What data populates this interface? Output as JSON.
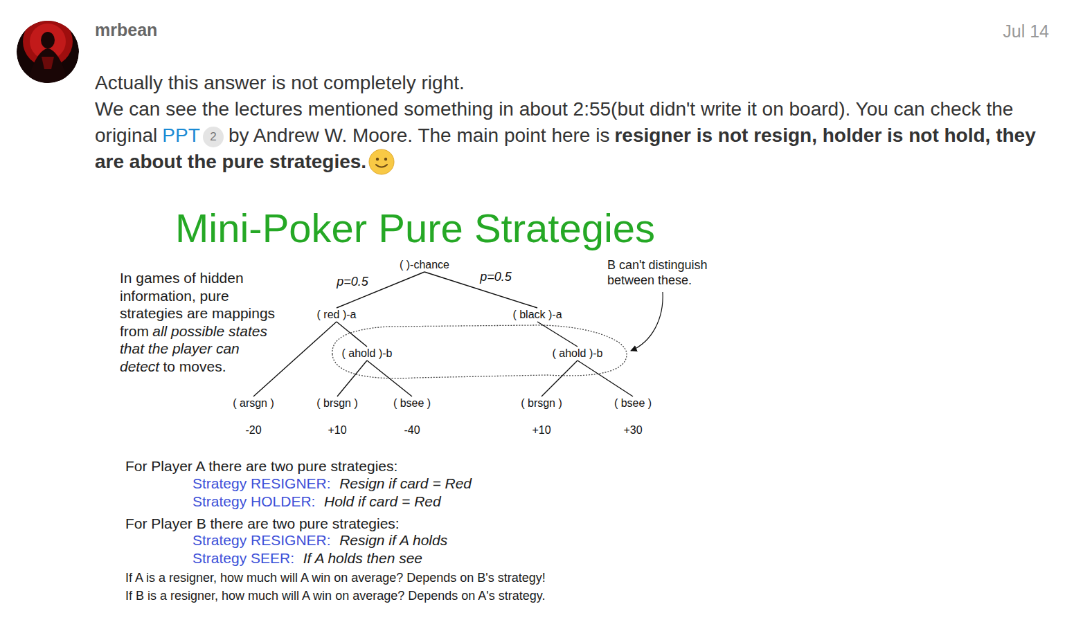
{
  "diagram": {
    "title": "Mini-Poker Pure Strategies",
    "nodes": [
      {
        "text": [
          "2"
        ]
      },
      {
        "text": [
          "( )-chance"
        ]
      },
      {
        "text": [
          "( red )-a"
        ]
      },
      {
        "text": [
          "( black )-a"
        ]
      },
      {
        "text": [
          "( ahold )-b"
        ]
      },
      {
        "text": [
          "( ahold )-b"
        ]
      },
      {
        "text": [
          "( arsgn )",
          "-20"
        ]
      },
      {
        "text": [
          "( brsgn )",
          "+10"
        ]
      },
      {
        "text": [
          "( bsee )",
          "-40"
        ]
      },
      {
        "text": [
          "( brsgn )",
          "+10"
        ]
      },
      {
        "text": [
          "( bsee )",
          "+30"
        ]
      }
    ],
    "edges": [
      {
        "from": 1,
        "to": 2,
        "label": "p=0.5",
        "arrow": "none"
      },
      {
        "from": 1,
        "to": 3,
        "label": "p=0.5",
        "arrow": "none"
      },
      {
        "from": 2,
        "to": 6,
        "arrow": "none"
      },
      {
        "from": 2,
        "to": 4,
        "arrow": "none"
      },
      {
        "from": 3,
        "to": 5,
        "arrow": "none"
      },
      {
        "from": 4,
        "to": 7,
        "arrow": "none"
      },
      {
        "from": 4,
        "to": 8,
        "arrow": "none"
      },
      {
        "from": 5,
        "to": 9,
        "arrow": "none"
      },
      {
        "from": 5,
        "to": 10,
        "arrow": "none"
      }
    ],
    "labels": [
      "mrbean",
      "Jul 14",
      "Actually this answer is not completely right.",
      "We can see the lectures mentioned something in about 2:55(but didn't write it on board). You can check the original",
      "PPT",
      "by Andrew W. Moore. The main point here is",
      "resigner is not resign, holder is not hold, they are about the pure strategies.",
      "In games of hidden information, pure strategies are mappings from",
      "all possible states that the player can detect",
      "to moves.",
      "B can't distinguish between these.",
      "For Player A there are two pure strategies:",
      "Strategy RESIGNER:",
      "Resign if card = Red",
      "Strategy HOLDER:",
      "Hold if card = Red",
      "For Player B there are two pure strategies:",
      "Strategy RESIGNER:",
      "Resign if A holds",
      "Strategy SEER:",
      "If A holds then see",
      "If A is a resigner, how much will A win on average? Depends on B's strategy!",
      "If B is a resigner, how much will A win on average? Depends on A's strategy."
    ]
  }
}
